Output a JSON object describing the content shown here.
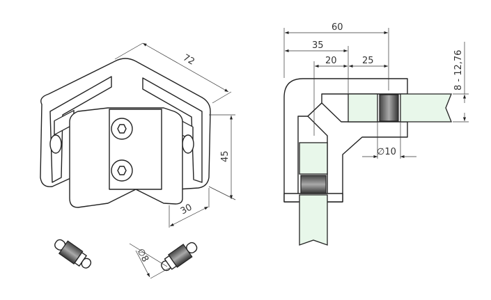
{
  "iso_view": {
    "dims": {
      "length": "72",
      "height": "45",
      "depth": "30",
      "pin_diameter": "∅8"
    }
  },
  "section_view": {
    "dims": {
      "overall": "60",
      "to_glass": "35",
      "inner": "20",
      "glass_depth": "25",
      "glass_thickness": "8 - 12,76",
      "pin_diameter": "∅10"
    }
  },
  "colors": {
    "glass": "#e8f7ea",
    "pin": "#555555",
    "line": "#222222"
  }
}
